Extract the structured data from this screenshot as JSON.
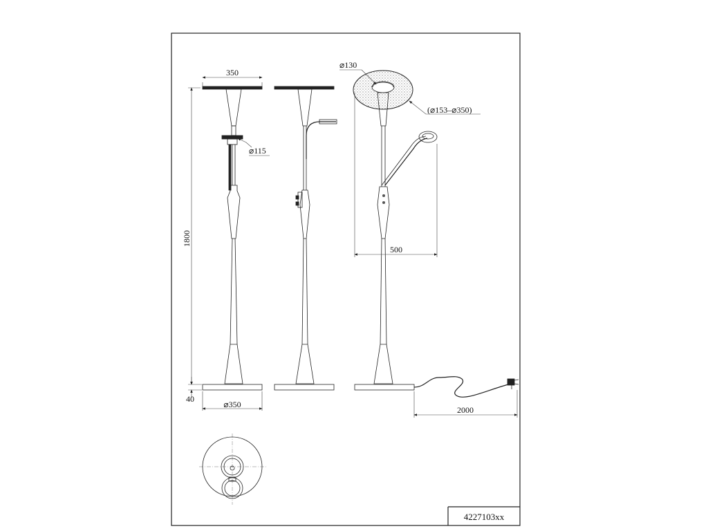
{
  "drawing": {
    "code": "4227103xx",
    "dimensions": {
      "shade_width": "350",
      "height": "1800",
      "base_height": "40",
      "base_diameter": "⌀350",
      "reading_head": "⌀115",
      "top_dish": "⌀130",
      "top_dish_range": "(⌀153–⌀350)",
      "arm_reach": "500",
      "cable_length": "2000"
    }
  }
}
